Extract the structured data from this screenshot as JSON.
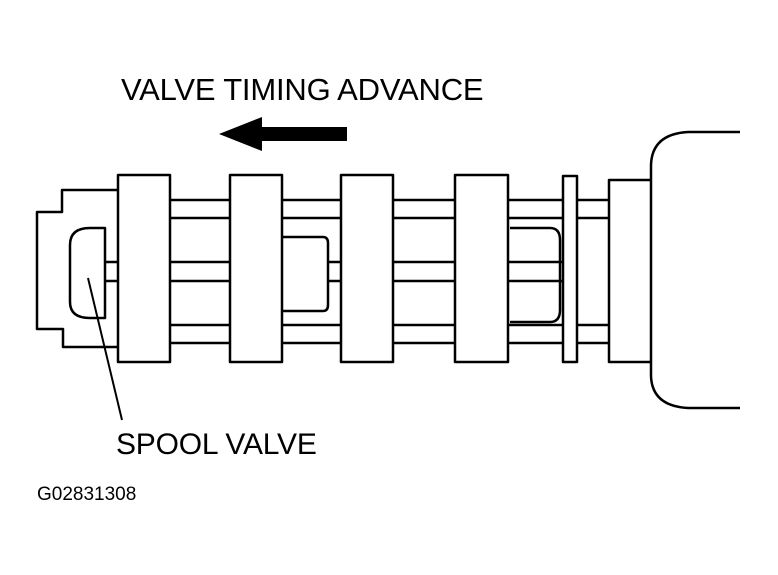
{
  "diagram": {
    "title": "VALVE TIMING ADVANCE",
    "callout_label": "SPOOL VALVE",
    "figure_id": "G02831308",
    "arrow_icon": "left-arrow-icon",
    "line_color": "#000000",
    "background_color": "#ffffff"
  }
}
